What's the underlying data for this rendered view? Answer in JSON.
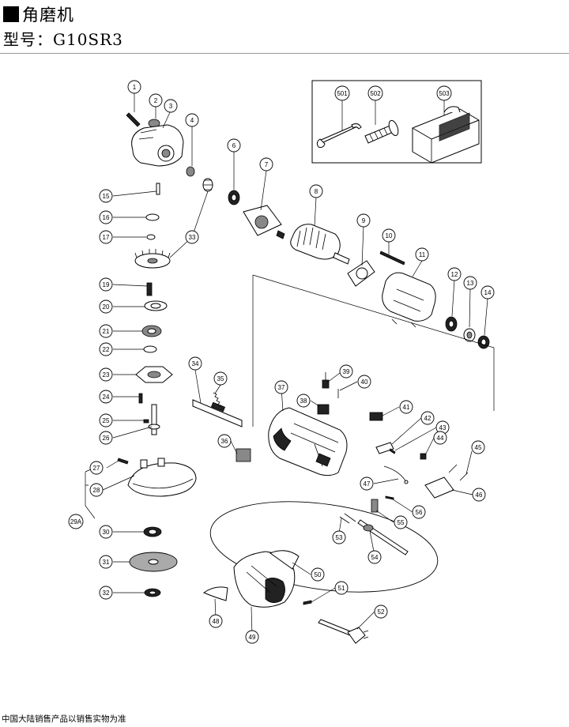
{
  "header": {
    "title": "角磨机",
    "model": "型号：G10SR3"
  },
  "footer": {
    "note": "中国大陆销售产品以销售实物为准"
  },
  "callouts": [
    {
      "label": "1"
    },
    {
      "label": "2"
    },
    {
      "label": "3"
    },
    {
      "label": "4"
    },
    {
      "label": "6"
    },
    {
      "label": "7"
    },
    {
      "label": "8"
    },
    {
      "label": "9"
    },
    {
      "label": "10"
    },
    {
      "label": "11"
    },
    {
      "label": "12"
    },
    {
      "label": "13"
    },
    {
      "label": "14"
    },
    {
      "label": "15"
    },
    {
      "label": "16"
    },
    {
      "label": "17"
    },
    {
      "label": "19"
    },
    {
      "label": "20"
    },
    {
      "label": "21"
    },
    {
      "label": "22"
    },
    {
      "label": "23"
    },
    {
      "label": "24"
    },
    {
      "label": "25"
    },
    {
      "label": "26"
    },
    {
      "label": "27"
    },
    {
      "label": "28"
    },
    {
      "label": "29A"
    },
    {
      "label": "30"
    },
    {
      "label": "31"
    },
    {
      "label": "32"
    },
    {
      "label": "33"
    },
    {
      "label": "34"
    },
    {
      "label": "35"
    },
    {
      "label": "36"
    },
    {
      "label": "37"
    },
    {
      "label": "38"
    },
    {
      "label": "39"
    },
    {
      "label": "40"
    },
    {
      "label": "41"
    },
    {
      "label": "42"
    },
    {
      "label": "43"
    },
    {
      "label": "44"
    },
    {
      "label": "45"
    },
    {
      "label": "46"
    },
    {
      "label": "47"
    },
    {
      "label": "48"
    },
    {
      "label": "49"
    },
    {
      "label": "50"
    },
    {
      "label": "51"
    },
    {
      "label": "52"
    },
    {
      "label": "53"
    },
    {
      "label": "54"
    },
    {
      "label": "55"
    },
    {
      "label": "56"
    },
    {
      "label": "501"
    },
    {
      "label": "502"
    },
    {
      "label": "503"
    }
  ]
}
